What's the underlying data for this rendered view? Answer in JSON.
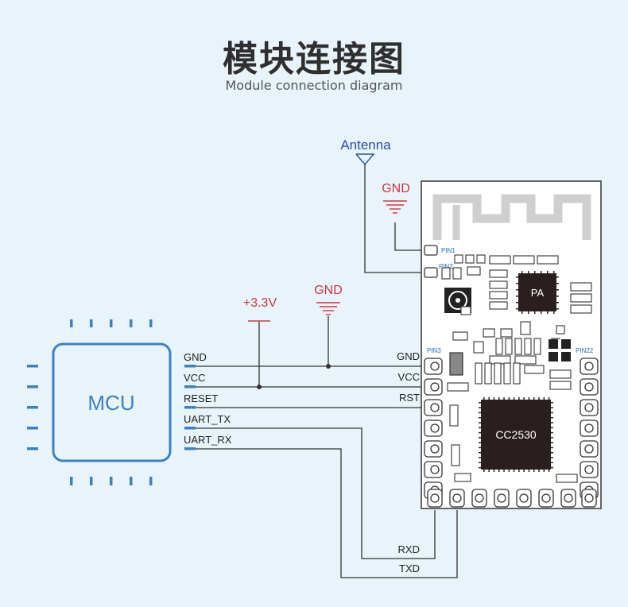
{
  "header": {
    "title": "模块连接图",
    "subtitle": "Module connection diagram"
  },
  "labels": {
    "antenna": "Antenna",
    "gnd_antenna": "GND",
    "supply": "+3.3V",
    "gnd_supply": "GND",
    "mcu": "MCU",
    "pa": "PA",
    "chip": "CC2530"
  },
  "mcu_pins": {
    "gnd": "GND",
    "vcc": "VCC",
    "reset": "RESET",
    "uart_tx": "UART_TX",
    "uart_rx": "UART_RX"
  },
  "module_pins": {
    "gnd": "GND",
    "vcc": "VCC",
    "rst": "RST",
    "pin1": "PIN1",
    "pin2": "PIN2",
    "pin3": "PIN3",
    "pin22": "PIN22",
    "rxd": "RXD",
    "txd": "TXD"
  },
  "colors": {
    "background": "#e8f4fa",
    "mcu_blue": "#3b82c4",
    "power_red": "#d0363d",
    "antenna_blue": "#2b4ea0",
    "wire": "#333333",
    "pin_blue": "#1f6fb5"
  }
}
